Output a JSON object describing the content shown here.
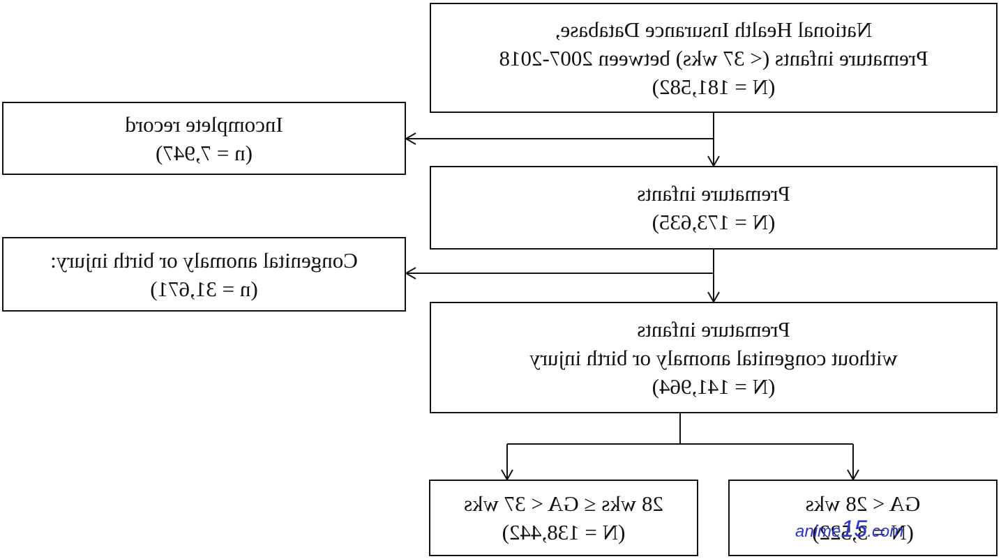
{
  "boxes": {
    "source": {
      "line1": "National Health Insurance Database,",
      "line2": "Premature infants (< 37 wks) between 2007-2018",
      "line3": "(N = 181,582)"
    },
    "excluded_incomplete": {
      "line1": "Incomplete record",
      "line2": "(n = 7,947)"
    },
    "premature": {
      "line1": "Premature infants",
      "line2": "(N = 173,635)"
    },
    "excluded_congenital": {
      "line1": "Congenital anomaly or birth injury:",
      "line2": "(n = 31,671)"
    },
    "premature_clean": {
      "line1": "Premature infants",
      "line2": "without congenital anomaly or birth injury",
      "line3": "(N = 141,964)"
    },
    "group_under_28": {
      "line1": "GA < 28 wks",
      "line2": "(N = 3,522)"
    },
    "group_28_to_37": {
      "line1": "28 wks ≤ GA < 37 wks",
      "line2": "(N = 138,442)"
    }
  },
  "watermark": {
    "text_a": "anime",
    "text_b": "15",
    "text_c": ".com",
    "color": "#2b33d9"
  },
  "style": {
    "line_color": "#111111",
    "background": "#ffffff"
  }
}
